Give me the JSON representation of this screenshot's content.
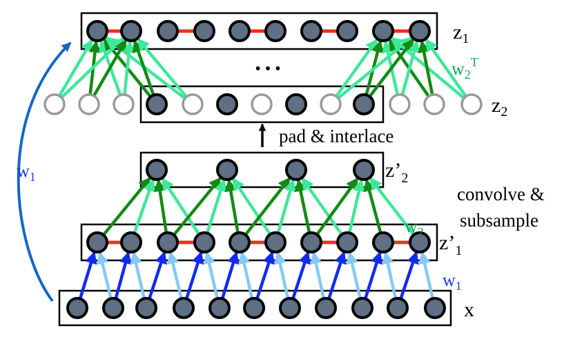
{
  "labels": {
    "z1_main": "z",
    "z1_sub": "1",
    "z2_main": "z",
    "z2_sub": "2",
    "zp2_main": "z’",
    "zp2_sub": "2",
    "zp1_main": "z’",
    "zp1_sub": "1",
    "x": "x",
    "ellipsis": "• • •",
    "pad_interlace": "pad & interlace",
    "convolve": "convolve &",
    "subsample": "subsample",
    "w1_left_main": "w",
    "w1_left_sub": "1",
    "w1_right_main": "w",
    "w1_right_sub": "1",
    "w2_main": "w",
    "w2_sub": "2",
    "w2T_main": "w",
    "w2T_sub": "2",
    "w2T_sup": "T"
  },
  "colors": {
    "node_fill": "#5f6f84",
    "node_stroke": "#000000",
    "hollow_stroke": "#9a9a9a",
    "pair_link": "#e8321e",
    "arrow_light_green": "#3fe79a",
    "arrow_dark_green": "#148a14",
    "arrow_blue": "#1429f0",
    "arrow_light_blue": "#86c9f5",
    "arrow_curved_blue": "#1466c8",
    "w1_label": "#1a3ad8",
    "w2_label": "#17a05a",
    "text": "#000000"
  }
}
